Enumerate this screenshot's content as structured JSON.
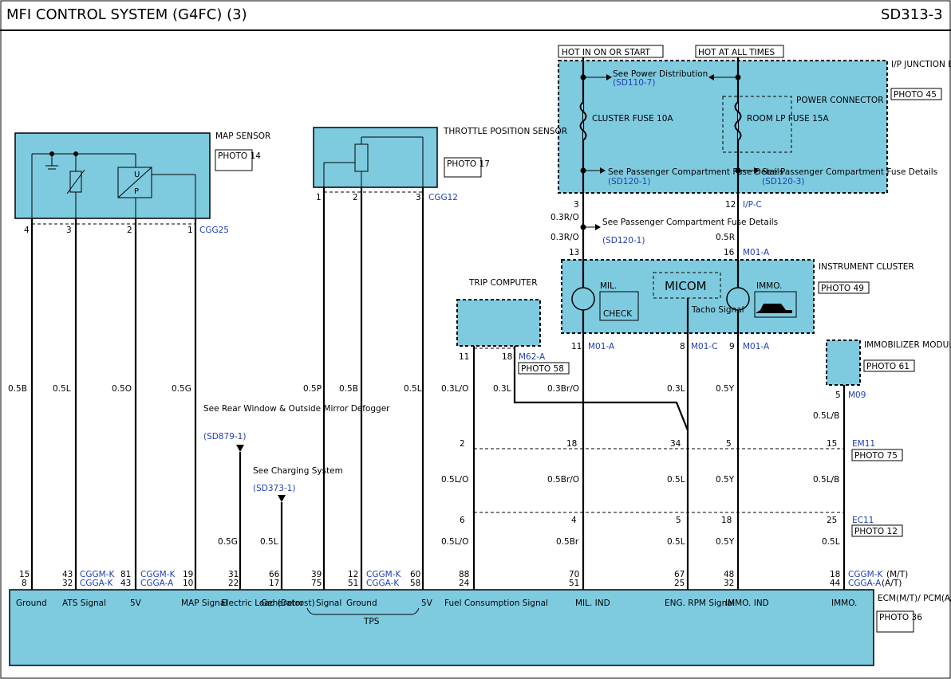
{
  "title": "MFI CONTROL SYSTEM (G4FC) (3)",
  "page_code": "SD313-3",
  "supply": {
    "hot_on_start": "HOT IN ON OR START",
    "hot_all_times": "HOT AT ALL TIMES"
  },
  "jbox": {
    "name": "I/P JUNCTION BOX",
    "photo": "PHOTO 45",
    "see_power": "See Power Distribution",
    "see_power_ref": "(SD110-7)",
    "cluster_fuse": "CLUSTER FUSE 10A",
    "room_fuse": "ROOM LP FUSE 15A",
    "power_connector": "POWER CONNECTOR",
    "see_pass": "See Passenger Compartment Fuse Details",
    "ref1": "(SD120-1)",
    "ref2": "(SD120-3)",
    "pin_left": "3",
    "pin_right": "12",
    "conn": "I/P-C"
  },
  "map_sensor": {
    "name": "MAP SENSOR",
    "photo": "PHOTO 14",
    "conn": "CGG25",
    "pins": [
      "4",
      "3",
      "2",
      "1"
    ]
  },
  "tps": {
    "name": "THROTTLE POSITION SENSOR",
    "photo": "PHOTO 17",
    "conn": "CGG12",
    "pins": [
      "1",
      "2",
      "3"
    ]
  },
  "splice": {
    "wire1": "0.3R/O",
    "wire2": "0.3R/O",
    "wire3": "0.5R",
    "see": "See Passenger Compartment Fuse Details",
    "ref": "(SD120-1)"
  },
  "cluster": {
    "name": "INSTRUMENT CLUSTER",
    "photo": "PHOTO 49",
    "micom": "MICOM",
    "mil": "MIL.",
    "check": "CHECK",
    "immo": "IMMO.",
    "tacho": "Tacho Signal",
    "pin_in_left": "13",
    "pin_in_right": "16",
    "conn_in": "M01-A",
    "pin_out_1": "11",
    "conn_out_1": "M01-A",
    "pin_out_2": "8",
    "conn_out_2": "M01-C",
    "pin_out_3": "9",
    "conn_out_3": "M01-A"
  },
  "trip": {
    "name": "TRIP COMPUTER",
    "photo": "PHOTO 58",
    "conn": "M62-A",
    "pin_a": "11",
    "pin_b": "18"
  },
  "immobilizer": {
    "name": "IMMOBILIZER MODULE",
    "photo": "PHOTO 61",
    "conn": "M09",
    "pin": "5"
  },
  "refs": {
    "defogger": "See Rear Window & Outside Mirror Defogger",
    "defogger_ref": "(SD879-1)",
    "charging": "See Charging System",
    "charging_ref": "(SD373-1)"
  },
  "wires": {
    "map": [
      "0.5B",
      "0.5L",
      "0.5O",
      "0.5G"
    ],
    "tps": [
      "0.5P",
      "0.5B",
      "0.5L"
    ],
    "trip_a": "0.3L/O",
    "trip_b": "0.3L",
    "mil": "0.3Br/O",
    "rpm": "0.3L",
    "immo_ind": "0.5Y",
    "immo_mod": "0.5L/B",
    "mid_trip": "0.5L/O",
    "mid_mil": "0.5Br/O",
    "mid_rpm": "0.5L",
    "mid_immo": "0.5Y",
    "mid_mod": "0.5L/B",
    "low_trip": "0.5L/O",
    "low_mil": "0.5Br",
    "low_rpm": "0.5L",
    "low_immo": "0.5Y",
    "low_mod": "0.5L",
    "electric": "0.5G",
    "generator": "0.5L"
  },
  "em11": {
    "conn": "EM11",
    "photo": "PHOTO 75",
    "pins": [
      "2",
      "18",
      "34",
      "5",
      "15"
    ]
  },
  "ec11": {
    "conn": "EC11",
    "photo": "PHOTO 12",
    "pins": [
      "6",
      "4",
      "5",
      "18",
      "25"
    ]
  },
  "ecm": {
    "name": "ECM(M/T)/ PCM(A/T)",
    "photo": "PHOTO 36",
    "mt": "(M/T)",
    "at": "(A/T)",
    "pins": [
      {
        "top": "15",
        "bot": "8",
        "label": "Ground"
      },
      {
        "top": "43",
        "bot": "32",
        "label": "ATS Signal"
      },
      {
        "top": "81",
        "bot": "43",
        "label": "5V"
      },
      {
        "top": "19",
        "bot": "10",
        "label": "MAP Signal"
      },
      {
        "top": "31",
        "bot": "22",
        "label": "Electric Load (Detrost)"
      },
      {
        "top": "66",
        "bot": "17",
        "label": "Generator"
      },
      {
        "top": "39",
        "bot": "75",
        "label": "Signal"
      },
      {
        "top": "12",
        "bot": "51",
        "label": "Ground"
      },
      {
        "top": "60",
        "bot": "58",
        "label": "5V"
      },
      {
        "top": "88",
        "bot": "24",
        "label": "Fuel Consumption Signal"
      },
      {
        "top": "70",
        "bot": "51",
        "label": "MIL. IND"
      },
      {
        "top": "67",
        "bot": "25",
        "label": "ENG. RPM Signal"
      },
      {
        "top": "48",
        "bot": "32",
        "label": "IMMO. IND"
      },
      {
        "top": "18",
        "bot": "44",
        "label": "IMMO."
      }
    ],
    "tps_group": "TPS",
    "conn_cggm_k": "CGGM-K",
    "conn_cgga_a": "CGGA-A",
    "conn_cgga_k": "CGGA-K"
  }
}
